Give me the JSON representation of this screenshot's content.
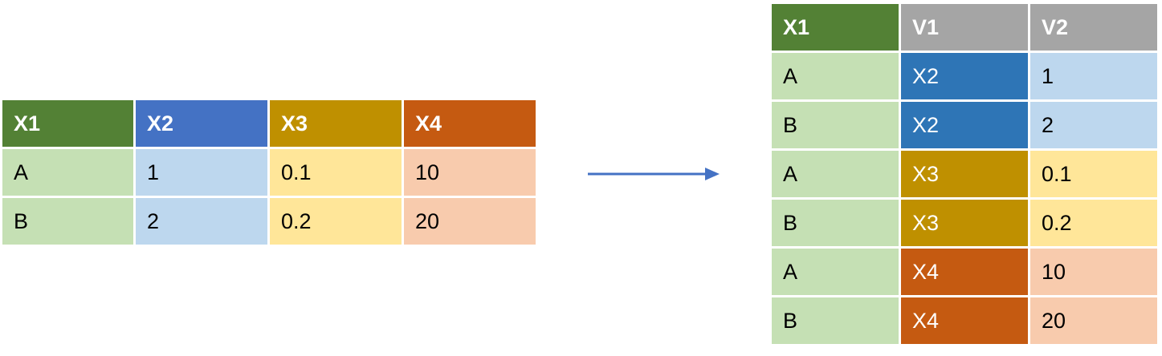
{
  "wide_table": {
    "headers": [
      "X1",
      "X2",
      "X3",
      "X4"
    ],
    "rows": [
      [
        "A",
        "1",
        "0.1",
        "10"
      ],
      [
        "B",
        "2",
        "0.2",
        "20"
      ]
    ]
  },
  "long_table": {
    "headers": [
      "X1",
      "V1",
      "V2"
    ],
    "rows": [
      [
        "A",
        "X2",
        "1"
      ],
      [
        "B",
        "X2",
        "2"
      ],
      [
        "A",
        "X3",
        "0.1"
      ],
      [
        "B",
        "X3",
        "0.2"
      ],
      [
        "A",
        "X4",
        "10"
      ],
      [
        "B",
        "X4",
        "20"
      ]
    ]
  },
  "colors": {
    "x1_header": "#538135",
    "x2_header": "#4472c4",
    "x3_header": "#bf9000",
    "x4_header": "#c55a11",
    "v_header": "#a5a5a5",
    "x1_body": "#c5e0b4",
    "x2_body": "#bdd7ee",
    "x3_body": "#ffe699",
    "x4_body": "#f8cbad",
    "arrow": "#4472c4"
  }
}
